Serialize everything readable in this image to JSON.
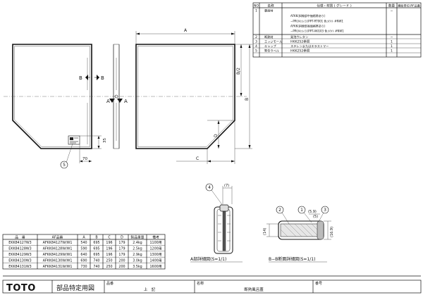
{
  "parts_table": {
    "headers": [
      "NO",
      "名称",
      "仕様・材質 ( グレード )",
      "数量",
      "補給単位/AF品番"
    ],
    "rows": [
      {
        "no": "1",
        "name": "裏面材",
        "spec": [
          "AFKK(斜線部中価格帯あり)",
          "−PP(ﾀﾙｸ入り)PPT-RT001 色:ﾎﾜｲﾄ #NW1",
          "AFKK(斜線部高価格帯あり)",
          "−PP(ﾀﾙｸ入り)PPT-AKG03 色:ﾎﾜｲﾄ #NW1"
        ],
        "qty": "−"
      },
      {
        "no": "2",
        "name": "断熱材",
        "spec": [
          "発泡ウレタン"
        ],
        "qty": "−"
      },
      {
        "no": "3",
        "name": "エッジモール",
        "spec": [
          "HKK252参照"
        ],
        "qty": "1"
      },
      {
        "no": "4",
        "name": "キャップ",
        "spec": [
          "ステレンまたはエラストマー"
        ],
        "qty": "1"
      },
      {
        "no": "5",
        "name": "警告ラベル",
        "spec": [
          "HKK252参照"
        ],
        "qty": "1"
      }
    ]
  },
  "dimensions": {
    "a": "A",
    "b": "B",
    "b2": "B/2",
    "c": "C",
    "d": "D",
    "d35": "35",
    "d70": "70"
  },
  "section_labels": {
    "a": "A",
    "b": "B"
  },
  "balloons": {
    "n1": "1",
    "n2": "2",
    "n3": "3",
    "n4": "4",
    "n5": "5"
  },
  "detail": {
    "dim_7": "(7)",
    "dim_59": "(5.9)",
    "dim_5": "(5)",
    "dim_14": "(14)",
    "dim_169": "(16.9)",
    "caption_a": "A部詳細図(S=1/1)",
    "caption_b": "B−B断面詳細図(S=1/1)"
  },
  "size_table": {
    "headers": [
      "品　番",
      "AF品番",
      "A",
      "B",
      "C",
      "D",
      "製品重量",
      "備考"
    ],
    "rows": [
      [
        "EKK84127W3",
        "AFKK84127W/W1",
        "540",
        "695",
        "196",
        "179",
        "2.4kg",
        "1100用"
      ],
      [
        "EKK84128W3",
        "AFKK84128W/W1",
        "590",
        "695",
        "196",
        "179",
        "2.5kg",
        "1200用"
      ],
      [
        "EKK84129W3",
        "AFKK84129W/W1",
        "640",
        "695",
        "196",
        "179",
        "2.9kg",
        "1300用"
      ],
      [
        "EKK84130W3",
        "AFKK84130W/W1",
        "690",
        "740",
        "250",
        "200",
        "3.0kg",
        "1400用"
      ],
      [
        "EKK84131W3",
        "AFKK84131W/W1",
        "730",
        "740",
        "250",
        "200",
        "3.5kg",
        "1600用"
      ]
    ]
  },
  "title_block": {
    "logo": "TOTO",
    "doc_type": "部品特定用図",
    "label_hinban": "品番",
    "value_hinban": "上　記",
    "label_meisho": "名称",
    "value_meisho": "断熱風呂蓋",
    "label_number": "番号"
  }
}
